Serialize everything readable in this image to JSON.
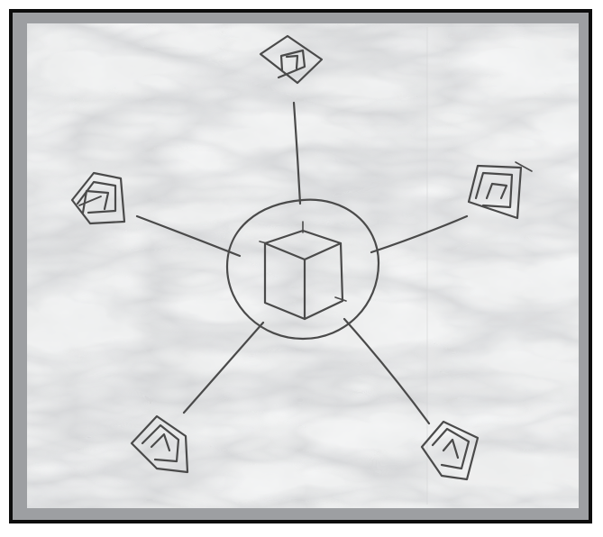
{
  "scene": {
    "description_kind": "hand-drawn sketch on marble",
    "colors": {
      "frame_border": "#0d0d0d",
      "frame_fill": "#9d9fa2",
      "marble_base": "#e9eaea",
      "marble_vein": "#a9abad",
      "ink": "#4a4a4a"
    },
    "center": {
      "icon": "cube-icon",
      "enclosure": "circle-outline"
    },
    "satellites": [
      {
        "position": "top",
        "icon": "spiral-square-icon"
      },
      {
        "position": "upper-left",
        "icon": "spiral-pentagon-icon"
      },
      {
        "position": "upper-right",
        "icon": "spiral-square-icon"
      },
      {
        "position": "lower-left",
        "icon": "spiral-pentagon-icon"
      },
      {
        "position": "lower-right",
        "icon": "spiral-pentagon-icon"
      }
    ],
    "connector_count": 5
  }
}
